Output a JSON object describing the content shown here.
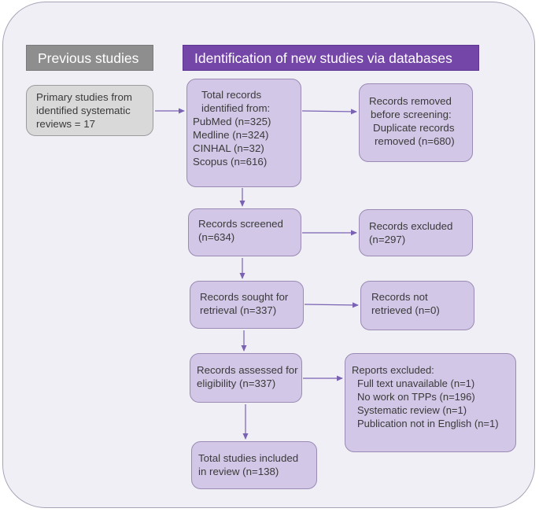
{
  "headers": {
    "previous": "Previous studies",
    "new": "Identification of new studies via databases"
  },
  "primary": {
    "lines": [
      "Primary studies from",
      "identified systematic",
      "reviews = 17"
    ]
  },
  "identified": {
    "lines": [
      "Total records",
      "identified from:",
      "PubMed (n=325)",
      "Medline (n=324)",
      "CINHAL (n=32)",
      "Scopus (n=616)"
    ]
  },
  "removed": {
    "lines": [
      "Records removed",
      "before screening:",
      "Duplicate records",
      "removed (n=680)"
    ]
  },
  "screened": {
    "lines": [
      "Records screened",
      "(n=634)"
    ]
  },
  "excluded": {
    "lines": [
      "Records excluded",
      "(n=297)"
    ]
  },
  "sought": {
    "lines": [
      "Records sought for",
      "retrieval (n=337)"
    ]
  },
  "not_retrieved": {
    "lines": [
      "Records not",
      "retrieved (n=0)"
    ]
  },
  "assessed": {
    "lines": [
      "Records assessed for",
      "eligibility (n=337)"
    ]
  },
  "reports_excluded": {
    "title": "Reports excluded:",
    "items": [
      "Full text unavailable (n=1)",
      "No work on TPPs (n=196)",
      "Systematic review (n=1)",
      "Publication not in English (n=1)"
    ]
  },
  "included": {
    "lines": [
      "Total studies included",
      "in review (n=138)"
    ]
  },
  "colors": {
    "box_fill": "#d2c7e6",
    "header_purple": "#7446a8",
    "header_grey": "#8e8e8e",
    "arrow": "#7a62b3"
  }
}
